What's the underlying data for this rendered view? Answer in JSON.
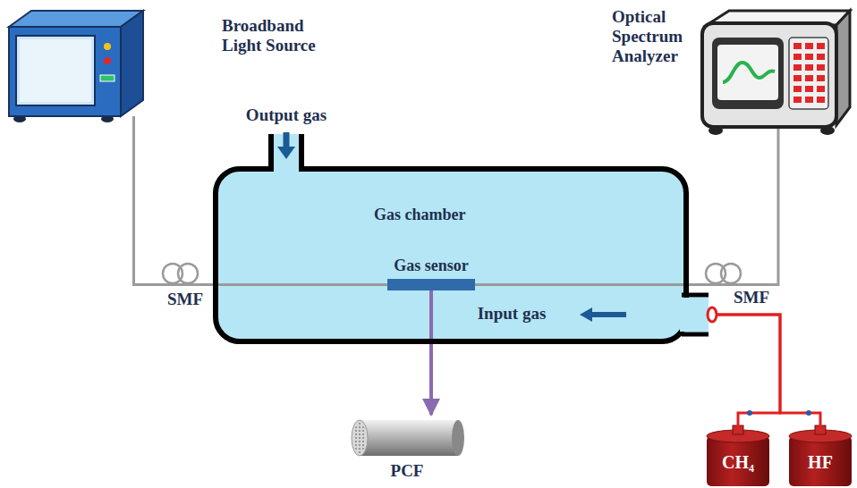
{
  "diagram": {
    "nodes": [
      {
        "text": [
          "Broadband Light Source"
        ]
      },
      {
        "text": [
          "Optical Spectrum Analyzer"
        ]
      },
      {
        "text": [
          "Gas chamber"
        ]
      },
      {
        "text": [
          "Gas sensor"
        ],
        "in": 2
      },
      {
        "text": [
          "PCF"
        ]
      },
      {
        "text": [
          "CH₄"
        ]
      },
      {
        "text": [
          "HF"
        ]
      }
    ],
    "edges": [
      {
        "from": 0,
        "to": 3,
        "label": "SMF",
        "arrow": "none"
      },
      {
        "from": 3,
        "to": 1,
        "label": "SMF",
        "arrow": "none"
      },
      {
        "from": 3,
        "to": 4,
        "arrow": "to"
      },
      {
        "from": 5,
        "to": 2,
        "arrow": "none"
      },
      {
        "from": 6,
        "to": 2,
        "arrow": "none"
      }
    ],
    "labels": [
      "Output gas",
      "Input gas"
    ]
  }
}
